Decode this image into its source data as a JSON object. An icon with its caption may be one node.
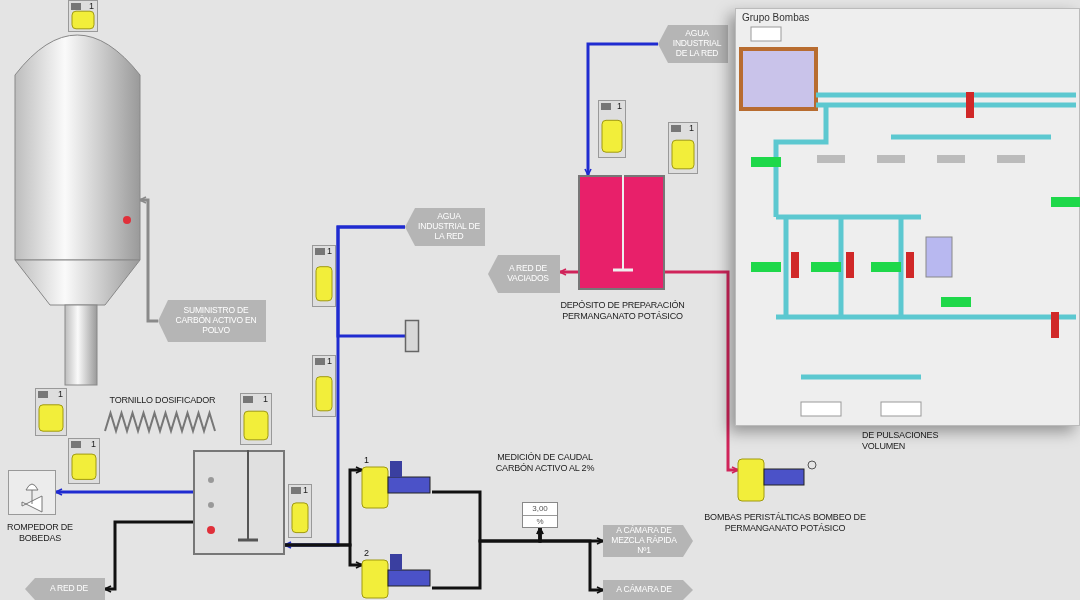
{
  "diagram": {
    "nodes": [
      {
        "text": [],
        "shape": "picture"
      },
      {
        "text": [
          "SUMINISTRO DE CARBÓN ACTIVO EN POLVO"
        ]
      },
      {
        "text": [],
        "shape": "picture",
        "beside": [
          "TORNILLO DOSIFICADOR"
        ]
      },
      {
        "text": [],
        "shape": "picture"
      },
      {
        "text": [],
        "shape": "picture",
        "beside": [
          "ROMPEDOR DE BOBEDAS"
        ]
      },
      {
        "text": [
          "A RED DE"
        ]
      },
      {
        "text": [
          "AGUA INDUSTRIAL DE LA RED"
        ]
      },
      {
        "text": [],
        "shape": "box"
      },
      {
        "text": [
          "1"
        ]
      },
      {
        "text": [
          "2"
        ]
      },
      {
        "text": [
          "3,00",
          "%"
        ]
      },
      {
        "text": [
          "A CÁMARA DE MEZCLA RÁPIDA Nº1"
        ]
      },
      {
        "text": [
          "A CÁMARA DE"
        ]
      },
      {
        "text": [
          "AGUA INDUSTRIAL DE LA RED"
        ]
      },
      {
        "text": [],
        "shape": "picture",
        "beside": [
          "DEPÓSITO DE PREPARACIÓN PERMANGANATO POTÁSICO"
        ]
      },
      {
        "text": [
          "A RED DE VACIADOS"
        ]
      },
      {
        "text": [],
        "shape": "picture",
        "beside": [
          "BOMBAS PERISTÁLTICAS BOMBEO DE PERMANGANATO POTÁSICO"
        ]
      },
      {
        "text": [
          "Grupo Bombas"
        ]
      }
    ],
    "edges": [
      {
        "from": 1,
        "to": 0,
        "arrow": "to",
        "color": "#8a8a8a"
      },
      {
        "from": 3,
        "to": 4,
        "arrow": "to",
        "color": "#1f2bd0"
      },
      {
        "from": 3,
        "to": 5,
        "arrow": "to"
      },
      {
        "from": 6,
        "to": 3,
        "arrow": "to",
        "color": "#1f2bd0"
      },
      {
        "from": 6,
        "to": 7,
        "arrow": "none",
        "color": "#1f2bd0"
      },
      {
        "from": 3,
        "to": 8,
        "arrow": "to"
      },
      {
        "from": 3,
        "to": 9,
        "arrow": "to"
      },
      {
        "from": 8,
        "to": 10,
        "arrow": "to"
      },
      {
        "from": 9,
        "to": 10,
        "arrow": "to"
      },
      {
        "from": 10,
        "to": 11,
        "arrow": "to"
      },
      {
        "from": 10,
        "to": 12,
        "arrow": "to"
      },
      {
        "from": 13,
        "to": 14,
        "arrow": "to",
        "color": "#1f2bd0"
      },
      {
        "from": 14,
        "to": 15,
        "arrow": "to",
        "color": "#d0245a"
      },
      {
        "from": 14,
        "to": 16,
        "arrow": "to",
        "color": "#d0245a"
      }
    ],
    "labels": [
      "MEDICIÓN DE CAUDAL CARBÓN ACTIVO AL 2%",
      "DE PULSACIONES VOLUMEN",
      "1",
      "1",
      "1",
      "1",
      "1",
      "1",
      "1",
      "1",
      "1"
    ]
  }
}
